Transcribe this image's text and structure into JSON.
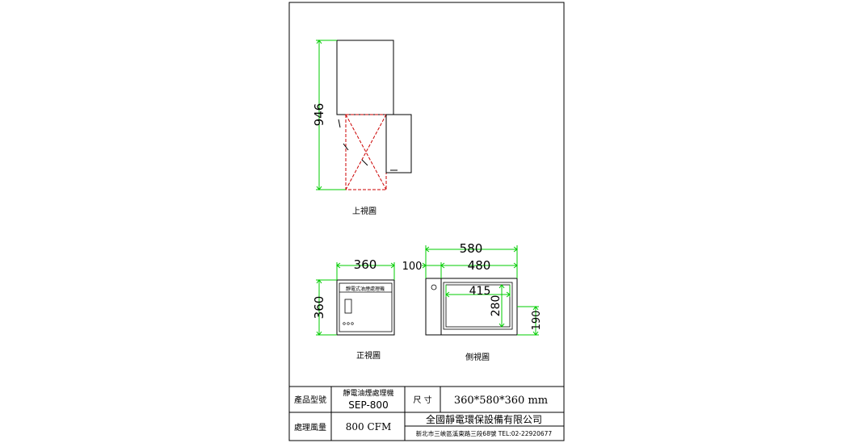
{
  "views": {
    "top_view": {
      "label": "上視圖",
      "dimension": "946"
    },
    "front_view": {
      "label": "正視圖",
      "width_dim": "360",
      "height_dim": "360",
      "panel_text": "靜電式油煙處理機"
    },
    "side_view": {
      "label": "側視圖",
      "total_width_dim": "580",
      "left_dim": "100",
      "right_dim": "480",
      "inner_width_dim": "415",
      "inner_height_dim": "280",
      "outlet_height_dim": "190"
    }
  },
  "title_block": {
    "model_label": "產品型號",
    "product_name": "靜電油煙處理機",
    "model_number": "SEP-800",
    "size_label": "尺 寸",
    "size_value": "360*580*360  mm",
    "capacity_label": "處理風量",
    "capacity_value": "800 CFM",
    "company_name": "全國靜電環保設備有限公司",
    "company_address": "新北市三峽區溪東路三段68號  TEL:02-22920677"
  },
  "colors": {
    "dimension_lines": "#00cc00",
    "cross_hatch": "#cc0000",
    "outline": "#000000"
  }
}
